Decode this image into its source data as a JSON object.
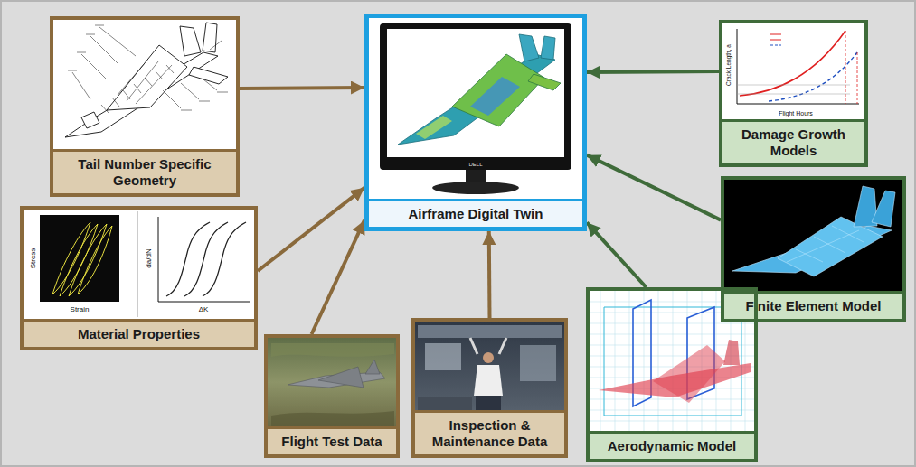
{
  "diagram": {
    "nodes": [
      {
        "text": [
          "Tail Number Specific Geometry"
        ]
      },
      {
        "text": [
          "Airframe Digital Twin"
        ]
      },
      {
        "text": [
          "Damage Growth Models"
        ]
      },
      {
        "text": [
          "Material Properties"
        ]
      },
      {
        "text": [
          "Finite Element Model"
        ]
      },
      {
        "text": [
          "Flight Test Data"
        ]
      },
      {
        "text": [
          "Inspection & Maintenance Data"
        ]
      },
      {
        "text": [
          "Aerodynamic Model"
        ]
      }
    ],
    "edges": [
      {
        "from": 0,
        "to": 1,
        "arrow": "to"
      },
      {
        "from": 2,
        "to": 1,
        "arrow": "to"
      },
      {
        "from": 3,
        "to": 1,
        "arrow": "to"
      },
      {
        "from": 4,
        "to": 1,
        "arrow": "to"
      },
      {
        "from": 5,
        "to": 1,
        "arrow": "to"
      },
      {
        "from": 6,
        "to": 1,
        "arrow": "to"
      },
      {
        "from": 7,
        "to": 1,
        "arrow": "to"
      }
    ],
    "labels": [
      "Stress",
      "Strain",
      "da/dN",
      "ΔK",
      "Crack Length, a",
      "Flight Hours",
      "DELL"
    ]
  }
}
